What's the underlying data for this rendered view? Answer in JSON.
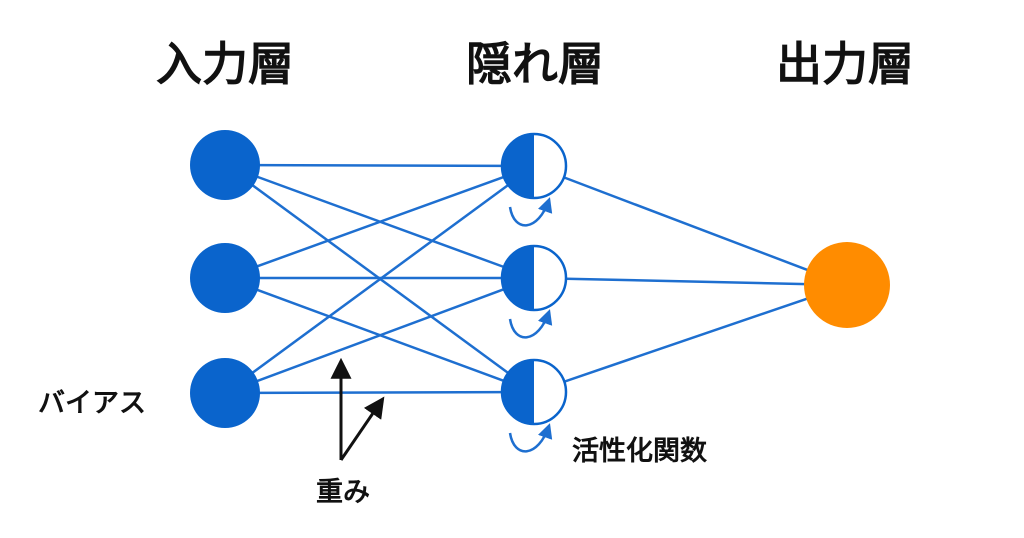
{
  "titles": {
    "input": "入力層",
    "hidden": "隠れ層",
    "output": "出力層"
  },
  "labels": {
    "bias": "バイアス",
    "weights": "重み",
    "activation": "活性化関数"
  },
  "colors": {
    "node_blue": "#0A64CC",
    "edge_blue": "#1E6FD0",
    "output_orange": "#FF8C00",
    "text": "#111111",
    "hidden_fill": "#ffffff"
  },
  "network": {
    "input_nodes": 3,
    "hidden_nodes": 3,
    "output_nodes": 1
  }
}
